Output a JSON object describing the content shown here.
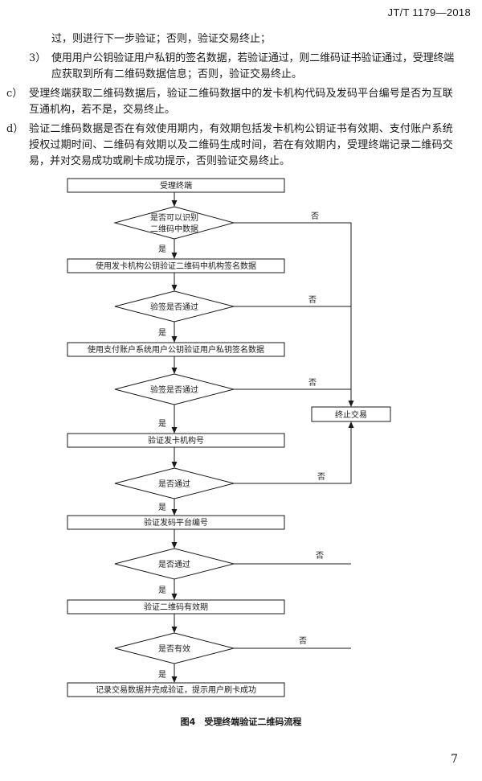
{
  "header": {
    "standard_code": "JT/T 1179—2018"
  },
  "text": {
    "line1": "过，则进行下一步验证；否则，验证交易终止；",
    "item3_label": "3）",
    "item3_l1": "使用用户公钥验证用户私钥的签名数据，若验证通过，则二维码证书验证通过，受理终端",
    "item3_l2": "应获取到所有二维码数据信息；否则，验证交易终止。",
    "c_label": "c）",
    "c_l1": "受理终端获取二维码数据后，验证二维码数据中的发卡机构代码及发码平台编号是否为互联",
    "c_l2": "互通机构，若不是，交易终止。",
    "d_label": "d）",
    "d_l1": "验证二维码数据是否在有效使用期内，有效期包括发卡机构公钥证书有效期、支付账户系统",
    "d_l2": "授权过期时间、二维码有效期以及二维码生成时间，若在有效期内，受理终端记录二维码交",
    "d_l3": "易，并对交易成功或刷卡成功提示，否则验证交易终止。"
  },
  "flowchart": {
    "start": "受理终端",
    "d1_line1": "是否可以识别",
    "d1_line2": "二维码中数据",
    "p1": "使用发卡机构公钥验证二维码中机构签名数据",
    "d2": "验签是否通过",
    "p2": "使用支付账户系统用户公钥验证用户私钥签名数据",
    "d3": "验签是否通过",
    "p3": "验证发卡机构号",
    "d4": "是否通过",
    "p4": "验证发码平台编号",
    "d5": "是否通过",
    "p5": "验证二维码有效期",
    "d6": "是否有效",
    "end": "记录交易数据并完成验证，提示用户刷卡成功",
    "terminate": "终止交易",
    "yes": "是",
    "no": "否"
  },
  "figure_caption": "图4　受理终端验证二维码流程",
  "page_number": "7"
}
